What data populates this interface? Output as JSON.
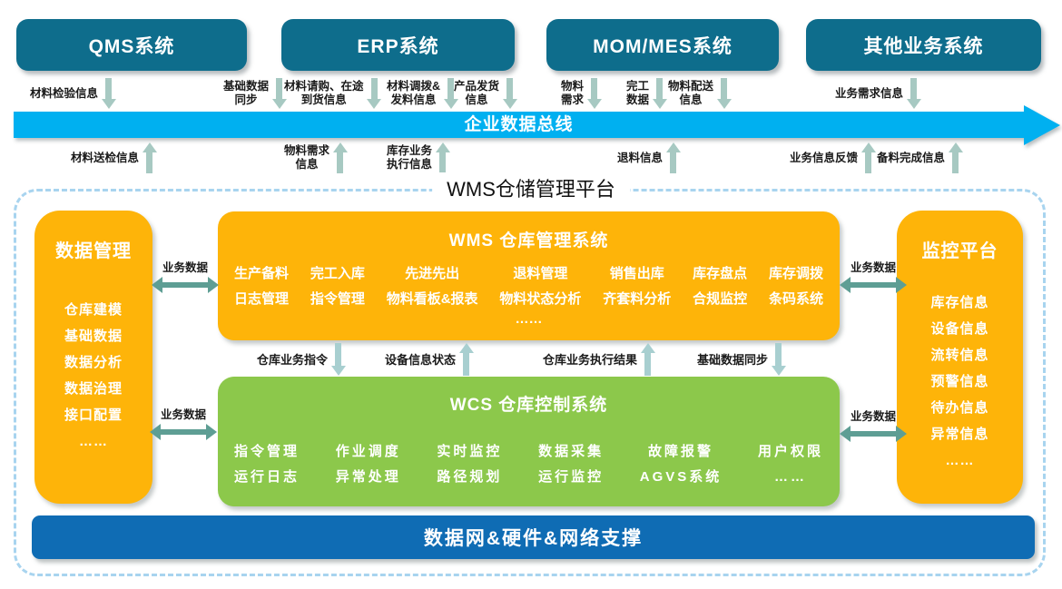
{
  "colors": {
    "system_box": "#0E6D8C",
    "bus": "#00B0F0",
    "platform_border": "#A8D4EF",
    "module_orange": "#FEB409",
    "module_green": "#8CC84B",
    "infra_blue": "#0F6CB4",
    "flow_arrow": "#A7C9C2",
    "mid_arrow": "#A8CFD0",
    "exchange_arrow": "#5E9E94"
  },
  "top_systems": [
    "QMS系统",
    "ERP系统",
    "MOM/MES系统",
    "其他业务系统"
  ],
  "bus_label": "企业数据总线",
  "flows_down": [
    {
      "label": "材料检验信息"
    },
    {
      "label": "基础数据\n同步"
    },
    {
      "label": "材料请购、在途\n到货信息"
    },
    {
      "label": "材料调拨&\n发料信息"
    },
    {
      "label": "产品发货\n信息"
    },
    {
      "label": "物料\n需求"
    },
    {
      "label": "完工\n数据"
    },
    {
      "label": "物料配送\n信息"
    },
    {
      "label": "业务需求信息"
    }
  ],
  "flows_up": [
    {
      "label": "材料送检信息"
    },
    {
      "label": "物料需求\n信息"
    },
    {
      "label": "库存业务\n执行信息"
    },
    {
      "label": "退料信息"
    },
    {
      "label": "业务信息反馈"
    },
    {
      "label": "备料完成信息"
    }
  ],
  "platform": {
    "title": "WMS仓储管理平台"
  },
  "data_mgmt": {
    "title": "数据管理",
    "items": [
      "仓库建模",
      "基础数据",
      "数据分析",
      "数据治理",
      "接口配置",
      "……"
    ]
  },
  "monitor": {
    "title": "监控平台",
    "items": [
      "库存信息",
      "设备信息",
      "流转信息",
      "预警信息",
      "待办信息",
      "异常信息",
      "……"
    ]
  },
  "wms": {
    "title": "WMS 仓库管理系统",
    "row1": [
      "生产备料",
      "完工入库",
      "先进先出",
      "退料管理",
      "销售出库",
      "库存盘点",
      "库存调拨"
    ],
    "row2": [
      "日志管理",
      "指令管理",
      "物料看板&报表",
      "物料状态分析",
      "齐套料分析",
      "合规监控",
      "条码系统"
    ],
    "more": "……"
  },
  "wcs": {
    "title": "WCS 仓库控制系统",
    "row1": [
      "指令管理",
      "作业调度",
      "实时监控",
      "数据采集",
      "故障报警",
      "用户权限"
    ],
    "row2": [
      "运行日志",
      "异常处理",
      "路径规划",
      "运行监控",
      "AGVS系统",
      "……"
    ]
  },
  "exchange_label": "业务数据",
  "mid_flows": [
    {
      "label": "仓库业务指令",
      "dir": "down"
    },
    {
      "label": "设备信息状态",
      "dir": "up"
    },
    {
      "label": "仓库业务执行结果",
      "dir": "up"
    },
    {
      "label": "基础数据同步",
      "dir": "down"
    }
  ],
  "infrastructure": {
    "label": "数据网&硬件&网络支撑"
  }
}
